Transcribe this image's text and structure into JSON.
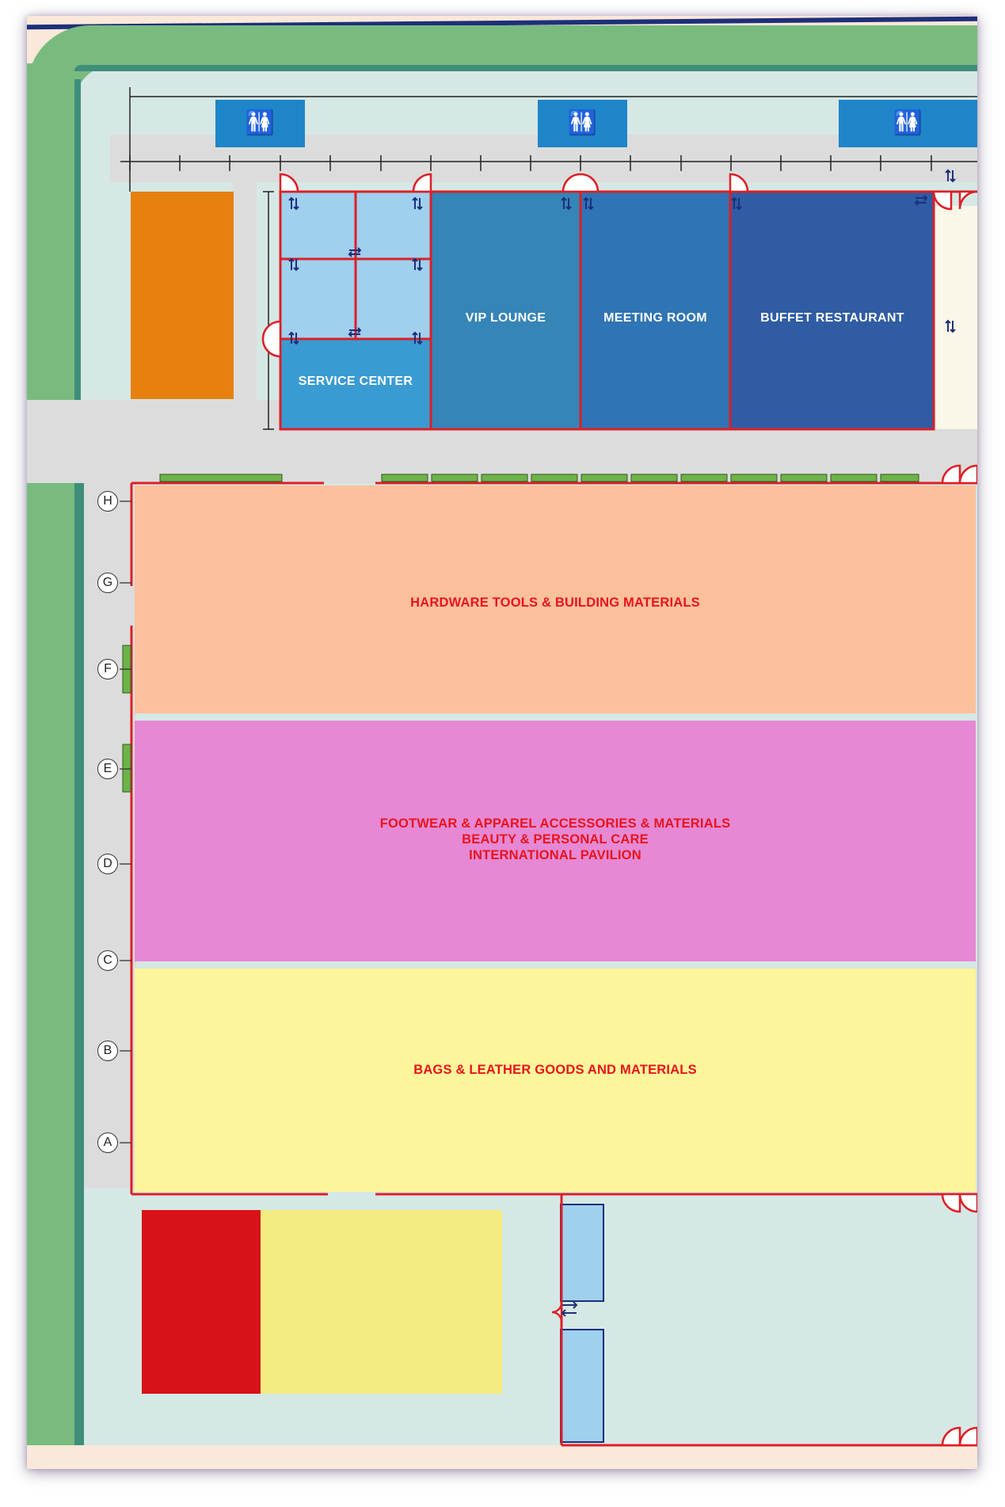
{
  "colors": {
    "background": "#fae8da",
    "green_belt": "#79bb7f",
    "road": "#dcdcdc",
    "walkway": "#d6e8e5",
    "wall": "#dd1f26",
    "service_center": "#9fd0ee",
    "vip_lounge": "#3585b7",
    "meeting_room": "#2f74b4",
    "buffet_restaurant": "#2f5ca3",
    "orange_block": "#e68110",
    "hall_h": "#fdc09d",
    "hall_d": "#e688d4",
    "hall_a": "#fdf59b",
    "red_block": "#d71218",
    "yellow_block": "#f3eb81",
    "restroom": "#1f85c9"
  },
  "icons": {
    "restroom": "restroom-icon",
    "arrows": "up-down-arrows-icon"
  },
  "restroom_symbol": "🚻",
  "rooms": {
    "service_center": "SERVICE CENTER",
    "vip_lounge": "VIP LOUNGE",
    "meeting_room": "MEETING ROOM",
    "buffet_restaurant": "BUFFET RESTAURANT"
  },
  "zones": {
    "upper": [
      "HARDWARE TOOLS & BUILDING MATERIALS"
    ],
    "middle": [
      "FOOTWEAR & APPAREL ACCESSORIES & MATERIALS",
      "BEAUTY & PERSONAL CARE",
      "INTERNATIONAL PAVILION"
    ],
    "lower": [
      "BAGS & LEATHER GOODS AND MATERIALS"
    ]
  },
  "grid_axes": [
    "H",
    "G",
    "F",
    "E",
    "D",
    "C",
    "B",
    "A"
  ]
}
